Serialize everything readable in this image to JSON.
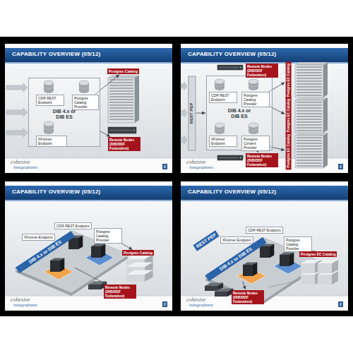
{
  "diagram": {
    "nodes": [
      {
        "text": [
          "CAPABILITY OVERVIEW (05/12)"
        ]
      },
      {
        "text": [
          "DIB 4.x or DIB ES"
        ],
        "in": 0
      },
      {
        "text": [
          "CDR REST Endpoint"
        ],
        "in": 1
      },
      {
        "text": [
          "Postgres Catalog Provider"
        ],
        "in": 1
      },
      {
        "text": [
          "XFormer Endpoint"
        ],
        "in": 1
      },
      {
        "text": [
          "Postgres Catalog"
        ],
        "in": 0
      },
      {
        "text": [
          "Remote Nodes (DIB/DDF Federation)"
        ],
        "in": 0
      },
      {
        "text": [
          "CAPABILITY OVERVIEW (05/12)"
        ]
      },
      {
        "text": [
          "REST PEP"
        ],
        "in": 7
      },
      {
        "text": [
          "DIB 4.x or DIB ES"
        ],
        "in": 7
      },
      {
        "text": [
          "CDR REST Endpoint"
        ],
        "in": 9
      },
      {
        "text": [
          "Postgres Catalog Provider"
        ],
        "in": 9
      },
      {
        "text": [
          "XFormer Endpoint"
        ],
        "in": 9
      },
      {
        "text": [
          "Postgres Content Provider"
        ],
        "in": 9
      },
      {
        "text": [
          "Remote Nodes (DIB/DDF Federation)"
        ],
        "in": 7
      },
      {
        "text": [
          "Remote Nodes (DIB/DDF Federation)"
        ],
        "in": 7
      },
      {
        "text": [
          "Postgres EC Catalog"
        ],
        "in": 7
      },
      {
        "text": [
          "Postgres EC Catalog"
        ],
        "in": 7
      },
      {
        "text": [
          "Postgres EC Catalog"
        ],
        "in": 7
      },
      {
        "text": [
          "CAPABILITY OVERVIEW (05/12)"
        ]
      },
      {
        "text": [
          "DIB 4.x or DIB ES"
        ],
        "in": 19
      },
      {
        "text": [
          "CDR REST Endpoint"
        ],
        "in": 19
      },
      {
        "text": [
          "XFormer Endpoint"
        ],
        "in": 19
      },
      {
        "text": [
          "Postgres Catalog Provider"
        ],
        "in": 19
      },
      {
        "text": [
          "Postgres Catalog"
        ],
        "in": 19
      },
      {
        "text": [
          "Remote Nodes (DIB/DDF Federation)"
        ],
        "in": 19
      },
      {
        "text": [
          "CAPABILITY OVERVIEW (05/12)"
        ]
      },
      {
        "text": [
          "REST PEP"
        ],
        "in": 26
      },
      {
        "text": [
          "DIB 4.x or DIB ES"
        ],
        "in": 26
      },
      {
        "text": [
          "CDR REST Endpoint"
        ],
        "in": 26
      },
      {
        "text": [
          "XFormer Endpoint"
        ],
        "in": 26
      },
      {
        "text": [
          "Postgres Catalog Provider"
        ],
        "in": 26
      },
      {
        "text": [
          "Postgres EC Catalog"
        ],
        "in": 26
      },
      {
        "text": [
          "Remote Nodes (DIB/DDF Federation)"
        ],
        "in": 26
      }
    ],
    "edges": [
      {
        "from": 3,
        "to": 5,
        "arrow": "to"
      },
      {
        "from": 1,
        "to": 6,
        "arrow": "to"
      },
      {
        "from": 8,
        "to": 9,
        "arrow": "to"
      },
      {
        "from": 9,
        "to": 14,
        "arrow": "to"
      },
      {
        "from": 9,
        "to": 15,
        "arrow": "to"
      },
      {
        "from": 11,
        "to": 16,
        "arrow": "to"
      },
      {
        "from": 11,
        "to": 17,
        "arrow": "to"
      },
      {
        "from": 13,
        "to": 18,
        "arrow": "to"
      },
      {
        "from": 23,
        "to": 24,
        "arrow": "to"
      },
      {
        "from": 20,
        "to": 25,
        "arrow": "to"
      },
      {
        "from": 31,
        "to": 32,
        "arrow": "to"
      },
      {
        "from": 28,
        "to": 33,
        "arrow": "to"
      }
    ],
    "labels": [
      "cohesive",
      "integrations",
      "2",
      "cohesive",
      "integrations",
      "2",
      "cohesive",
      "integrations",
      "2",
      "cohesive",
      "integrations",
      "2"
    ]
  }
}
